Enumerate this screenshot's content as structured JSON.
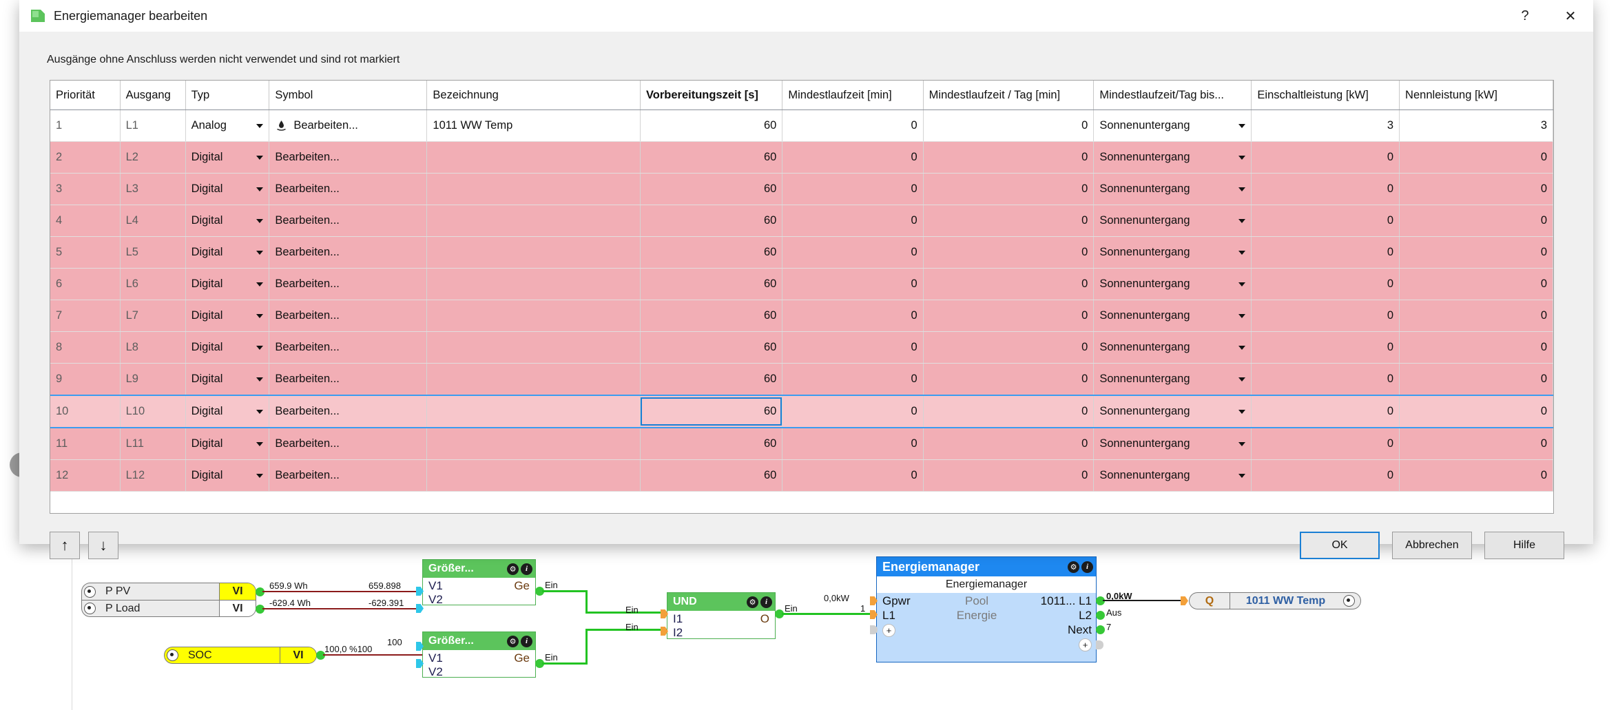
{
  "dialog": {
    "title": "Energiemanager bearbeiten",
    "app_icon": "app-green-icon",
    "help_button": "?",
    "close_button": "✕",
    "hint": "Ausgänge ohne Anschluss werden nicht verwendet und sind rot markiert"
  },
  "table": {
    "columns": [
      "Priorität",
      "Ausgang",
      "Typ",
      "Symbol",
      "Bezeichnung",
      "Vorbereitungszeit [s]",
      "Mindestlaufzeit [min]",
      "Mindestlaufzeit / Tag [min]",
      "Mindestlaufzeit/Tag bis...",
      "Einschaltleistung [kW]",
      "Nennleistung [kW]"
    ],
    "edit_label": "Bearbeiten...",
    "rows": [
      {
        "prio": "1",
        "ausgang": "L1",
        "typ": "Analog",
        "symbol": "Bearbeiten...",
        "bezeichnung": "1011 WW Temp",
        "vorbereitungszeit": "60",
        "mindestlaufzeit": "0",
        "mindestlaufzeit_tag": "0",
        "bis": "Sonnenuntergang",
        "einschaltleistung": "3",
        "nennleistung": "3",
        "state": "white",
        "has_symbol_icon": true
      },
      {
        "prio": "2",
        "ausgang": "L2",
        "typ": "Digital",
        "symbol": "Bearbeiten...",
        "bezeichnung": "",
        "vorbereitungszeit": "60",
        "mindestlaufzeit": "0",
        "mindestlaufzeit_tag": "0",
        "bis": "Sonnenuntergang",
        "einschaltleistung": "0",
        "nennleistung": "0",
        "state": "pink",
        "has_symbol_icon": false
      },
      {
        "prio": "3",
        "ausgang": "L3",
        "typ": "Digital",
        "symbol": "Bearbeiten...",
        "bezeichnung": "",
        "vorbereitungszeit": "60",
        "mindestlaufzeit": "0",
        "mindestlaufzeit_tag": "0",
        "bis": "Sonnenuntergang",
        "einschaltleistung": "0",
        "nennleistung": "0",
        "state": "pink",
        "has_symbol_icon": false
      },
      {
        "prio": "4",
        "ausgang": "L4",
        "typ": "Digital",
        "symbol": "Bearbeiten...",
        "bezeichnung": "",
        "vorbereitungszeit": "60",
        "mindestlaufzeit": "0",
        "mindestlaufzeit_tag": "0",
        "bis": "Sonnenuntergang",
        "einschaltleistung": "0",
        "nennleistung": "0",
        "state": "pink",
        "has_symbol_icon": false
      },
      {
        "prio": "5",
        "ausgang": "L5",
        "typ": "Digital",
        "symbol": "Bearbeiten...",
        "bezeichnung": "",
        "vorbereitungszeit": "60",
        "mindestlaufzeit": "0",
        "mindestlaufzeit_tag": "0",
        "bis": "Sonnenuntergang",
        "einschaltleistung": "0",
        "nennleistung": "0",
        "state": "pink",
        "has_symbol_icon": false
      },
      {
        "prio": "6",
        "ausgang": "L6",
        "typ": "Digital",
        "symbol": "Bearbeiten...",
        "bezeichnung": "",
        "vorbereitungszeit": "60",
        "mindestlaufzeit": "0",
        "mindestlaufzeit_tag": "0",
        "bis": "Sonnenuntergang",
        "einschaltleistung": "0",
        "nennleistung": "0",
        "state": "pink",
        "has_symbol_icon": false
      },
      {
        "prio": "7",
        "ausgang": "L7",
        "typ": "Digital",
        "symbol": "Bearbeiten...",
        "bezeichnung": "",
        "vorbereitungszeit": "60",
        "mindestlaufzeit": "0",
        "mindestlaufzeit_tag": "0",
        "bis": "Sonnenuntergang",
        "einschaltleistung": "0",
        "nennleistung": "0",
        "state": "pink",
        "has_symbol_icon": false
      },
      {
        "prio": "8",
        "ausgang": "L8",
        "typ": "Digital",
        "symbol": "Bearbeiten...",
        "bezeichnung": "",
        "vorbereitungszeit": "60",
        "mindestlaufzeit": "0",
        "mindestlaufzeit_tag": "0",
        "bis": "Sonnenuntergang",
        "einschaltleistung": "0",
        "nennleistung": "0",
        "state": "pink",
        "has_symbol_icon": false
      },
      {
        "prio": "9",
        "ausgang": "L9",
        "typ": "Digital",
        "symbol": "Bearbeiten...",
        "bezeichnung": "",
        "vorbereitungszeit": "60",
        "mindestlaufzeit": "0",
        "mindestlaufzeit_tag": "0",
        "bis": "Sonnenuntergang",
        "einschaltleistung": "0",
        "nennleistung": "0",
        "state": "pink",
        "has_symbol_icon": false
      },
      {
        "prio": "10",
        "ausgang": "L10",
        "typ": "Digital",
        "symbol": "Bearbeiten...",
        "bezeichnung": "",
        "vorbereitungszeit": "60",
        "mindestlaufzeit": "0",
        "mindestlaufzeit_tag": "0",
        "bis": "Sonnenuntergang",
        "einschaltleistung": "0",
        "nennleistung": "0",
        "state": "selected",
        "has_symbol_icon": false
      },
      {
        "prio": "11",
        "ausgang": "L11",
        "typ": "Digital",
        "symbol": "Bearbeiten...",
        "bezeichnung": "",
        "vorbereitungszeit": "60",
        "mindestlaufzeit": "0",
        "mindestlaufzeit_tag": "0",
        "bis": "Sonnenuntergang",
        "einschaltleistung": "0",
        "nennleistung": "0",
        "state": "pink",
        "has_symbol_icon": false
      },
      {
        "prio": "12",
        "ausgang": "L12",
        "typ": "Digital",
        "symbol": "Bearbeiten...",
        "bezeichnung": "",
        "vorbereitungszeit": "60",
        "mindestlaufzeit": "0",
        "mindestlaufzeit_tag": "0",
        "bis": "Sonnenuntergang",
        "einschaltleistung": "0",
        "nennleistung": "0",
        "state": "pink",
        "has_symbol_icon": false
      }
    ],
    "selected_row_index": 9,
    "selected_cell_column": "vorbereitungszeit"
  },
  "footer": {
    "move_up": "↑",
    "move_down": "↓",
    "ok": "OK",
    "cancel": "Abbrechen",
    "help": "Hilfe"
  },
  "diagram": {
    "inputs": [
      {
        "name": "P  PV",
        "unit": "VI",
        "value_label": "659.9 Wh",
        "wire_value": "659.898",
        "highlight": true
      },
      {
        "name": "P  Load",
        "unit": "VI",
        "value_label": "-629.4 Wh",
        "wire_value": "-629.391",
        "highlight": false
      },
      {
        "name": "SOC",
        "unit": "VI",
        "value_label": "100,0 %100",
        "wire_value": "100",
        "highlight": true
      }
    ],
    "blocks": [
      {
        "id": "cmp1",
        "title": "Größer...",
        "inputs": [
          "V1",
          "V2"
        ],
        "output": "Ge",
        "out_label": "Ein"
      },
      {
        "id": "cmp2",
        "title": "Größer...",
        "inputs": [
          "V1",
          "V2"
        ],
        "output": "Ge",
        "out_label": "Ein"
      },
      {
        "id": "und",
        "title": "UND",
        "inputs": [
          "I1",
          "I2"
        ],
        "output": "O",
        "out_label": "Ein",
        "in_labels": [
          "Ein",
          "Ein"
        ]
      }
    ],
    "energiemanager": {
      "title": "Energiemanager",
      "subtitle": "Energiemanager",
      "left_ports": [
        "Gpwr",
        "L1"
      ],
      "center_labels": [
        "Pool",
        "Energie"
      ],
      "right_ports": [
        "1011... L1",
        "L2",
        "Next"
      ],
      "right_port_names": [
        "L1",
        "L2",
        "Next"
      ],
      "right_port_prefix": "1011...",
      "in_labels": [
        "0,0kW",
        "1"
      ],
      "out_labels": [
        "0,0kW",
        "Aus",
        "7"
      ],
      "add_glyph": "+"
    },
    "output_node": {
      "port": "Q",
      "label": "1011 WW Temp"
    }
  },
  "colors": {
    "accent_blue": "#1e88f0",
    "block_green": "#5cc45c",
    "row_error_pink": "#f2aeb5",
    "row_selected_pink": "#f7c6cb",
    "wire_red": "#8b1a1a",
    "wire_green": "#22c322",
    "highlight_yellow": "#ffff00"
  }
}
